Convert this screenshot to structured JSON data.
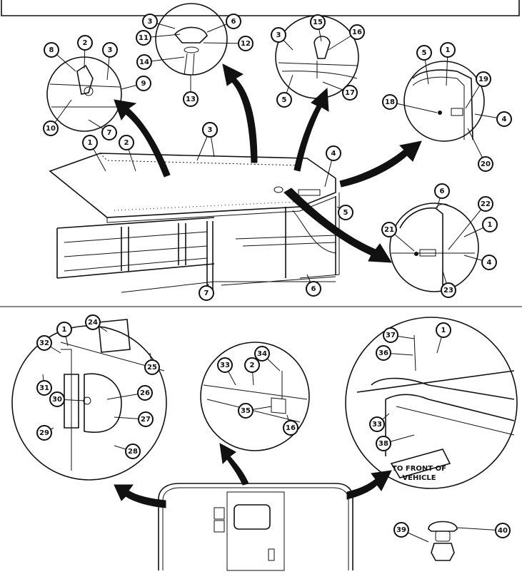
{
  "callouts": {
    "c1a": "1",
    "c2a": "2",
    "c3a": "3",
    "c3b": "3",
    "c4a": "4",
    "c5a": "5",
    "c6a": "6",
    "c7a": "7",
    "c8": "8",
    "c2b": "2",
    "c3c": "3",
    "c9": "9",
    "c10": "10",
    "c7b": "7",
    "c3d": "3",
    "c6b": "6",
    "c11": "11",
    "c12": "12",
    "c14": "14",
    "c13": "13",
    "c15": "15",
    "c16a": "16",
    "c3e": "3",
    "c5b": "5",
    "c17": "17",
    "c5c": "5",
    "c1b": "1",
    "c19": "19",
    "c18": "18",
    "c4b": "4",
    "c20": "20",
    "c6c": "6",
    "c22": "22",
    "c1c": "1",
    "c21": "21",
    "c4c": "4",
    "c23": "23",
    "c24": "24",
    "c1d": "1",
    "c32": "32",
    "c25": "25",
    "c26": "26",
    "c31": "31",
    "c30": "30",
    "c27": "27",
    "c29": "29",
    "c28": "28",
    "c34": "34",
    "c33a": "33",
    "c2c": "2",
    "c35": "35",
    "c16b": "16",
    "c37": "37",
    "c1e": "1",
    "c36": "36",
    "c33b": "33",
    "c38": "38",
    "c39": "39",
    "c40": "40"
  },
  "texts": {
    "front_line1": "TO FRONT OF",
    "front_line2": "VEHICLE"
  }
}
